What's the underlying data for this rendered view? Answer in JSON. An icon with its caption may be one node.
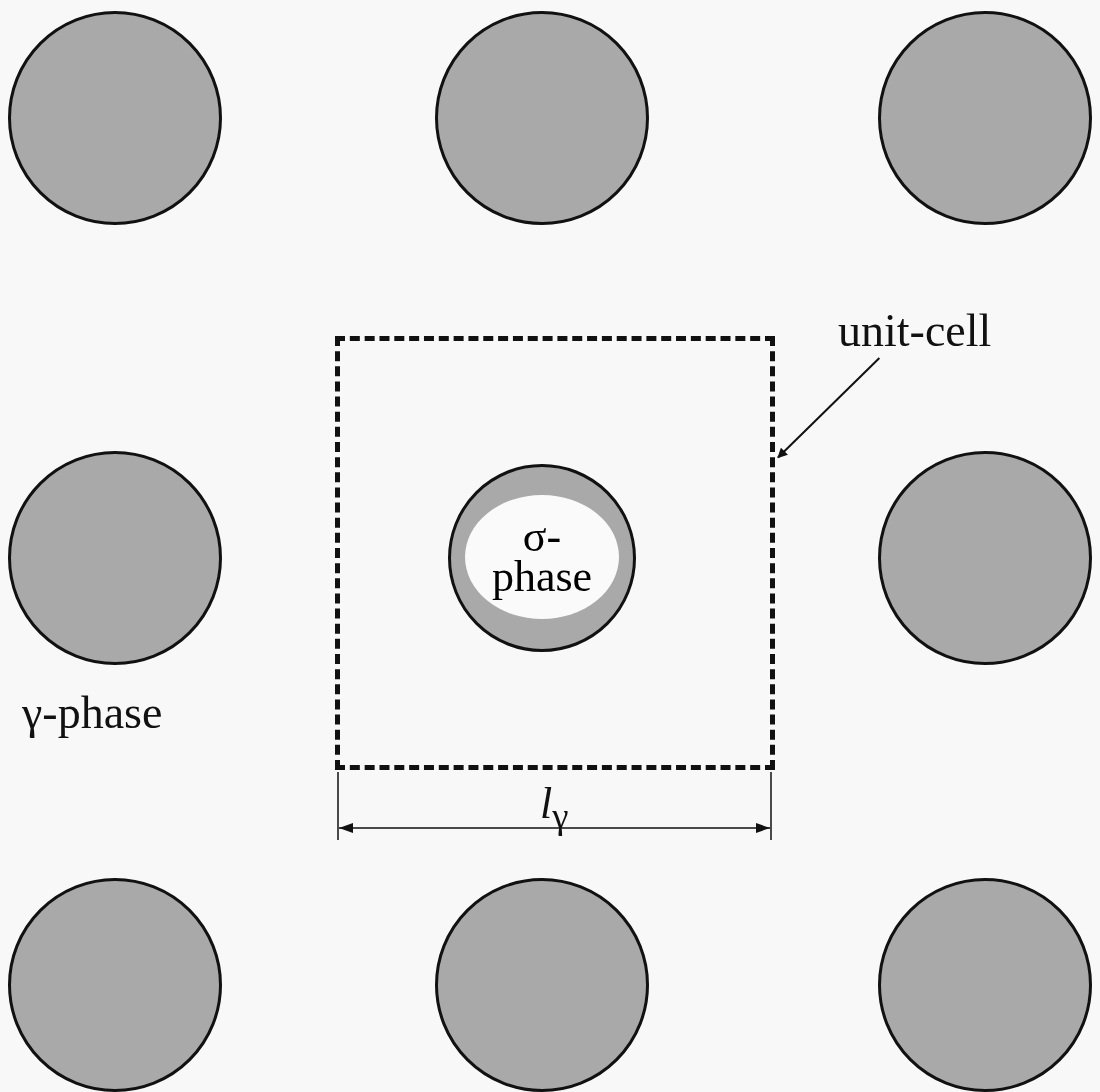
{
  "diagram": {
    "nodes": [
      {
        "text": [],
        "shape": "circle"
      },
      {
        "text": [],
        "shape": "circle"
      },
      {
        "text": [],
        "shape": "circle"
      },
      {
        "text": [
          "unit-cell"
        ]
      },
      {
        "text": [],
        "shape": "box"
      },
      {
        "text": [],
        "shape": "circle"
      },
      {
        "text": [
          "σ- phase"
        ],
        "in": 4
      },
      {
        "text": [],
        "shape": "circle"
      },
      {
        "text": [],
        "shape": "circle"
      },
      {
        "text": [],
        "shape": "circle"
      },
      {
        "text": [],
        "shape": "circle"
      }
    ],
    "edges": [
      {
        "from": 3,
        "to": 4,
        "arrow": "to"
      }
    ],
    "labels": [
      "γ-phase",
      "*l*$_{γ}$"
    ]
  }
}
